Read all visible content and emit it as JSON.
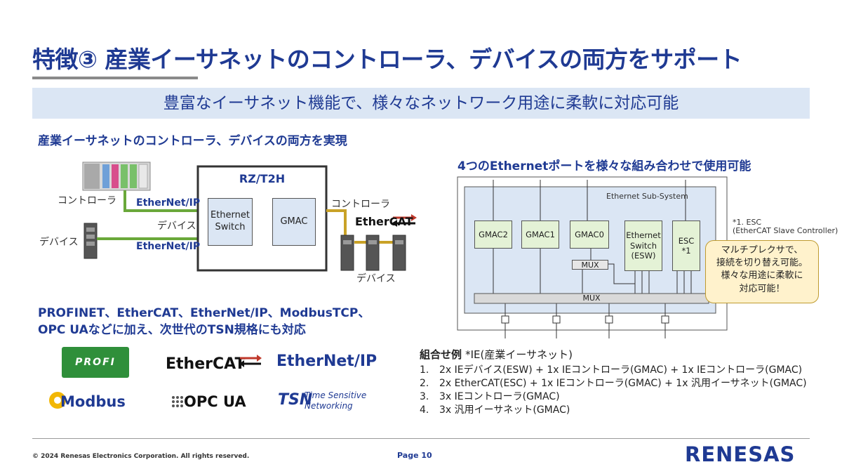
{
  "header": {
    "title": "特徴③ 産業イーサネットのコントローラ、デバイスの両方をサポート",
    "subtitle": "豊富なイーサネット機能で、様々なネットワーク用途に柔軟に対応可能"
  },
  "left": {
    "heading": "産業イーサネットのコントローラ、デバイスの両方を実現",
    "chip_title": "RZ/T2H",
    "ethernet_switch": "Ethernet\nSwitch",
    "gmac": "GMAC",
    "label_controller_left": "コントローラ",
    "label_device_left": "デバイス",
    "label_device_mid": "デバイス",
    "label_controller_right": "コントローラ",
    "label_device_right": "デバイス",
    "ethernetip_logo_1": "EtherNet/IP",
    "ethernetip_logo_2": "EtherNet/IP",
    "ethercat_logo": "EtherCAT",
    "protocols_line1": "PROFINET、EtherCAT、EtherNet/IP、ModbusTCP、",
    "protocols_line2": "OPC UAなどに加え、次世代のTSN規格にも対応",
    "logos": {
      "profinet": "PROFI NET",
      "ethercat": "EtherCAT",
      "ethernetip": "EtherNet/IP",
      "modbus": "Modbus",
      "opcua": "OPC UA",
      "tsn": "TSN",
      "tsn_sub1": "Time Sensitive",
      "tsn_sub2": "Networking"
    }
  },
  "right": {
    "heading": "4つのEthernetポートを様々な組み合わせで使用可能",
    "subsystem_label": "Ethernet Sub-System",
    "blocks": {
      "gmac2": "GMAC2",
      "gmac1": "GMAC1",
      "gmac0": "GMAC0",
      "esw": "Ethernet\nSwitch\n(ESW)",
      "esc": "ESC\n*1",
      "mux_small": "MUX",
      "mux_bar": "MUX"
    },
    "note_line1": "*1. ESC",
    "note_line2": "(EtherCAT Slave Controller)",
    "callout": "マルチプレクサで、\n接続を切り替え可能。\n様々な用途に柔軟に\n対応可能！",
    "combo_title": "組合せ例",
    "combo_note": "*IE(産業イーサネット)",
    "combos": [
      {
        "num": "1.",
        "text": "2x IEデバイス(ESW) + 1x IEコントローラ(GMAC) + 1x IEコントローラ(GMAC)"
      },
      {
        "num": "2.",
        "text": "2x EtherCAT(ESC) + 1x IEコントローラ(GMAC) + 1x 汎用イーサネット(GMAC)"
      },
      {
        "num": "3.",
        "text": "3x IEコントローラ(GMAC)"
      },
      {
        "num": "4.",
        "text": "3x 汎用イーサネット(GMAC)"
      }
    ]
  },
  "footer": {
    "copyright": "© 2024 Renesas Electronics Corporation. All rights reserved.",
    "page": "Page 10",
    "brand": "RENESAS"
  },
  "colors": {
    "accent": "#1f3a93",
    "green_link": "#6aa83a",
    "gold_link": "#c9a227",
    "block_blue": "#dbe6f4",
    "block_green": "#e4f2d6",
    "callout": "#fff2cc"
  }
}
